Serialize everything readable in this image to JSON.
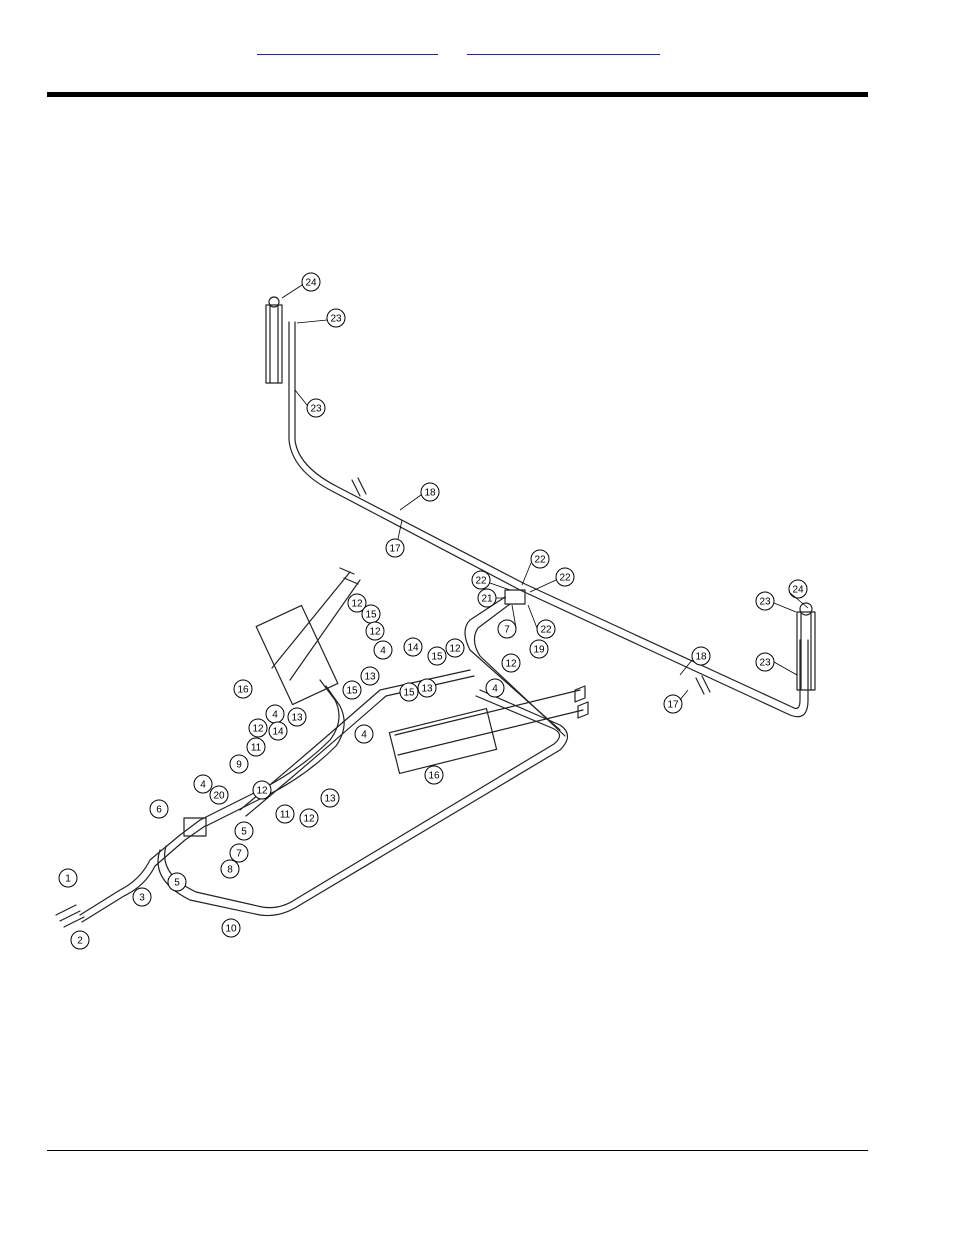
{
  "header": {
    "link_1": "",
    "link_2": ""
  },
  "diagram": {
    "callouts": [
      "24",
      "23",
      "23",
      "18",
      "17",
      "22",
      "22",
      "22",
      "21",
      "7",
      "22",
      "19",
      "24",
      "23",
      "23",
      "18",
      "17",
      "12",
      "15",
      "12",
      "4",
      "13",
      "16",
      "15",
      "4",
      "13",
      "14",
      "12",
      "11",
      "12",
      "13",
      "11",
      "12",
      "9",
      "14",
      "15",
      "12",
      "15",
      "13",
      "12",
      "4",
      "4",
      "16",
      "4",
      "20",
      "6",
      "5",
      "7",
      "8",
      "5",
      "1",
      "3",
      "2",
      "10"
    ]
  }
}
